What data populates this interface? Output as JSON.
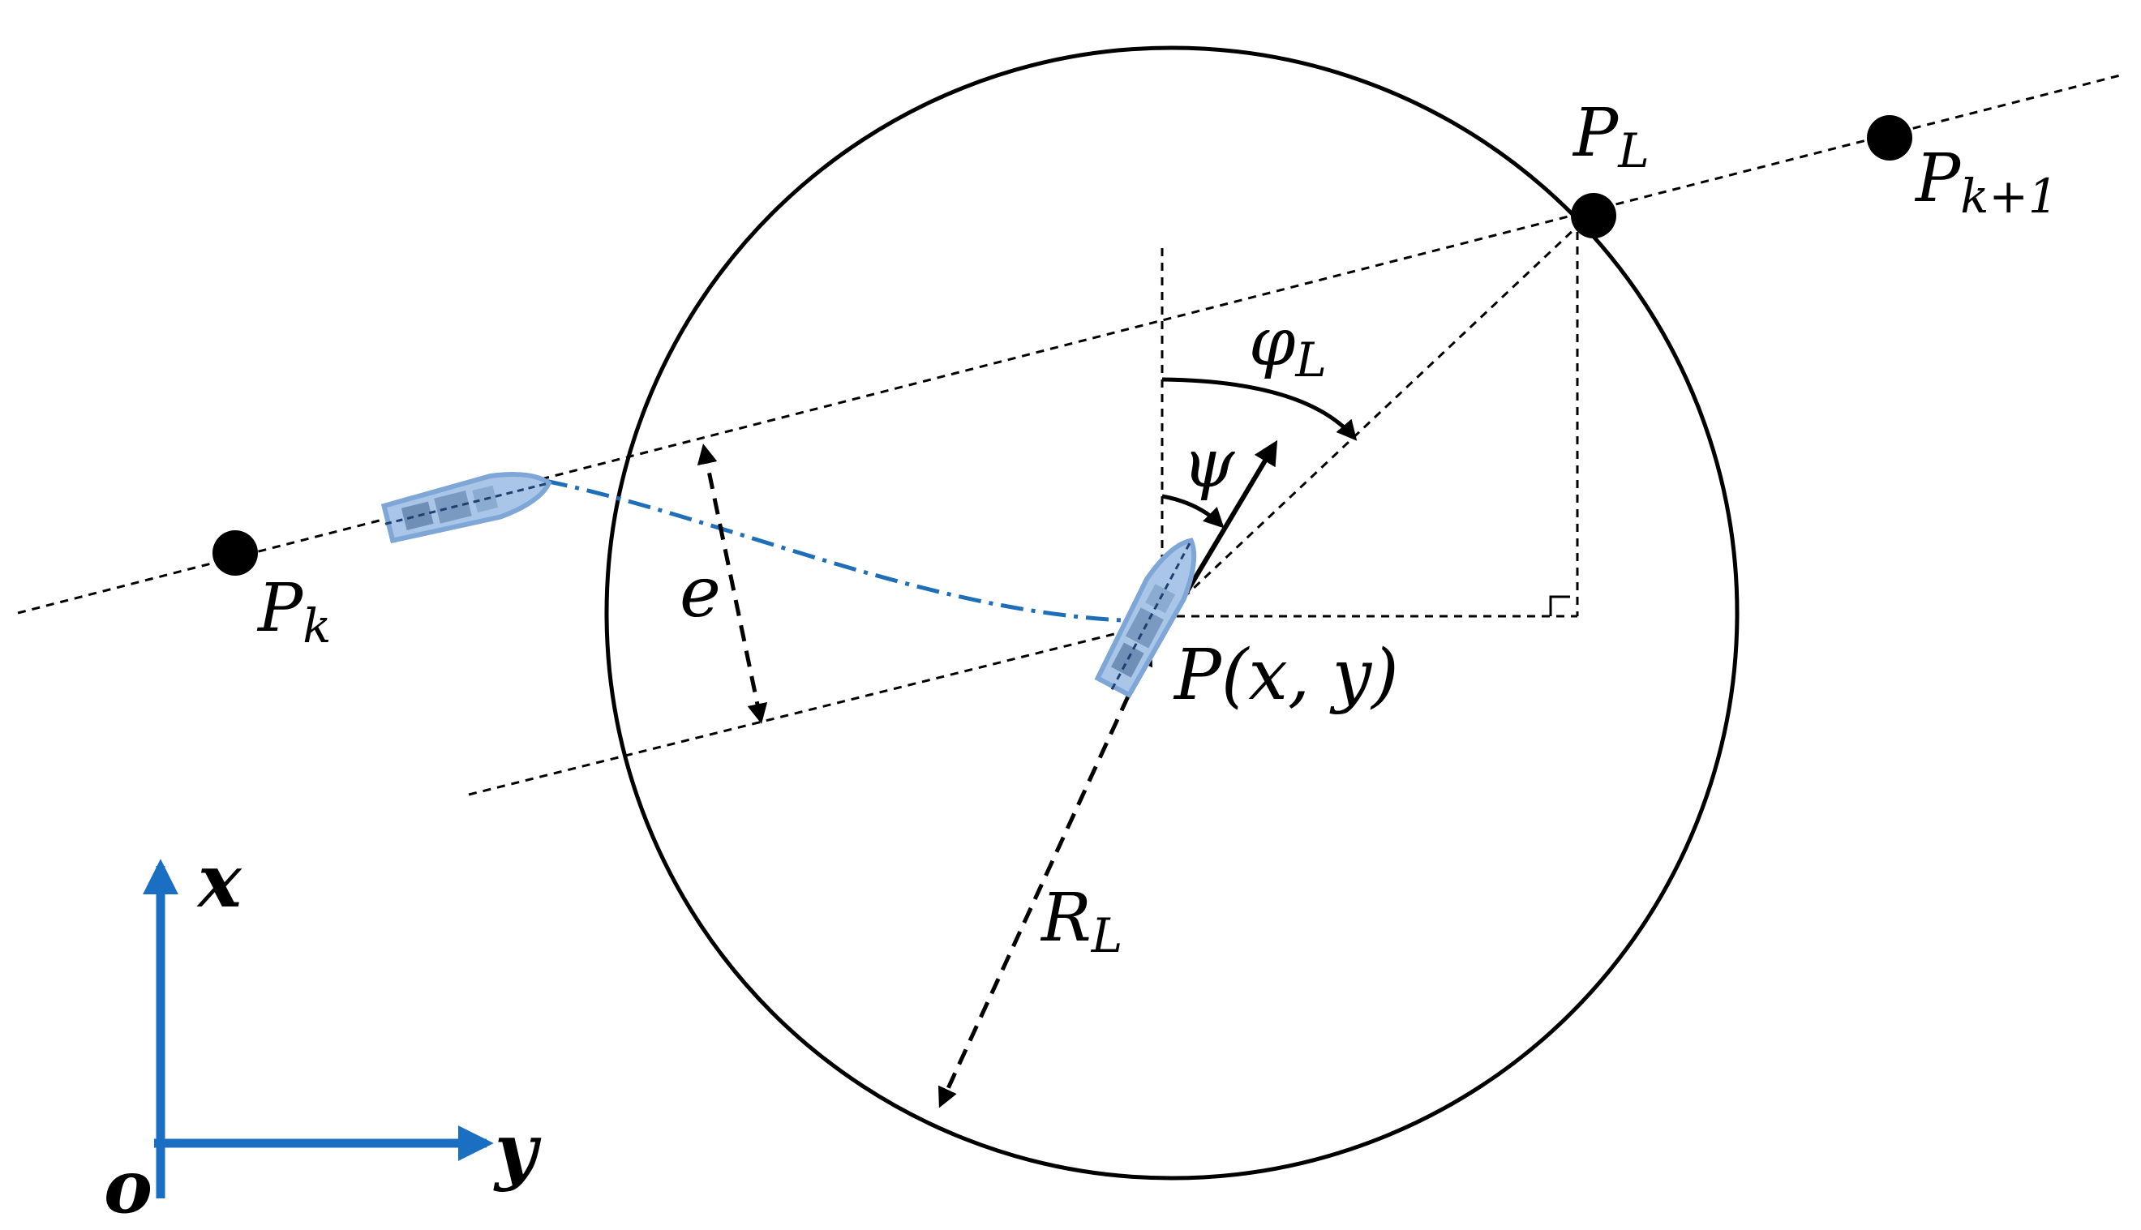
{
  "labels": {
    "pk_main": "P",
    "pk_sub": "k",
    "pk1_main": "P",
    "pk1_sub": "k+1",
    "pl_main": "P",
    "pl_sub": "L",
    "rl_main": "R",
    "rl_sub": "L",
    "phil_main": "φ",
    "phil_sub": "L",
    "psi": "ψ",
    "e": "e",
    "p_pos": "P(x, y)",
    "axis_x": "x",
    "axis_y": "y",
    "origin": "o"
  },
  "colors": {
    "line": "#000000",
    "path": "#1f6fb8",
    "axis": "#1a6fc2",
    "boat_fill": "#a9c6e8",
    "boat_stroke": "#7ea6d6"
  },
  "icons": {
    "boat_start": "boat-icon",
    "boat_current": "boat-icon"
  }
}
